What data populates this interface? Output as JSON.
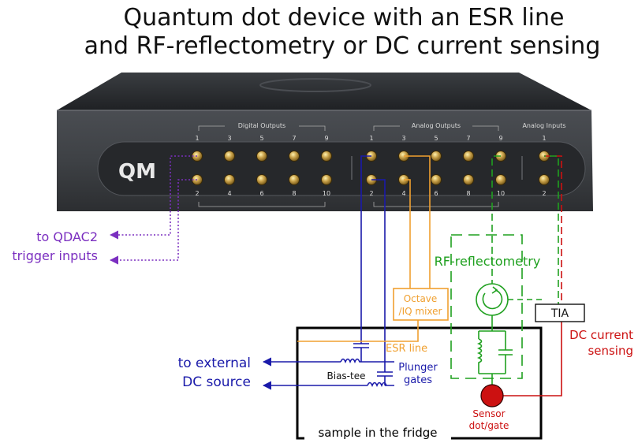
{
  "title": {
    "line1": "Quantum dot device with an ESR line",
    "line2": "and RF-reflectometry or DC current sensing"
  },
  "device": {
    "logo": "QM",
    "digital_outputs": {
      "label": "Digital Outputs",
      "top_ports": [
        "1",
        "3",
        "5",
        "7",
        "9"
      ],
      "bottom_ports": [
        "2",
        "4",
        "6",
        "8",
        "10"
      ]
    },
    "analog_outputs": {
      "label": "Analog Outputs",
      "top_ports": [
        "1",
        "3",
        "5",
        "7",
        "9"
      ],
      "bottom_ports": [
        "2",
        "4",
        "6",
        "8",
        "10"
      ]
    },
    "analog_inputs": {
      "label": "Analog Inputs",
      "top_ports": [
        "1"
      ],
      "bottom_ports": [
        "2"
      ]
    }
  },
  "labels": {
    "qdac_line1": "to QDAC2",
    "qdac_line2": "trigger inputs",
    "external_line1": "to external",
    "external_line2": "DC source",
    "octave_line1": "Octave",
    "octave_line2": "/IQ mixer",
    "rf_reflectometry": "RF-reflectometry",
    "tia": "TIA",
    "dc_line1": "DC current",
    "dc_line2": "sensing",
    "esr_line": "ESR line",
    "bias_tee": "Bias-tee",
    "plunger_line1": "Plunger",
    "plunger_line2": "gates",
    "sensor_line1": "Sensor",
    "sensor_line2": "dot/gate",
    "fridge": "sample in the fridge"
  },
  "colors": {
    "purple": "#7B2FC0",
    "blue": "#1A1AAA",
    "orange": "#F0A030",
    "green": "#1FA01F",
    "red": "#CC1111"
  }
}
